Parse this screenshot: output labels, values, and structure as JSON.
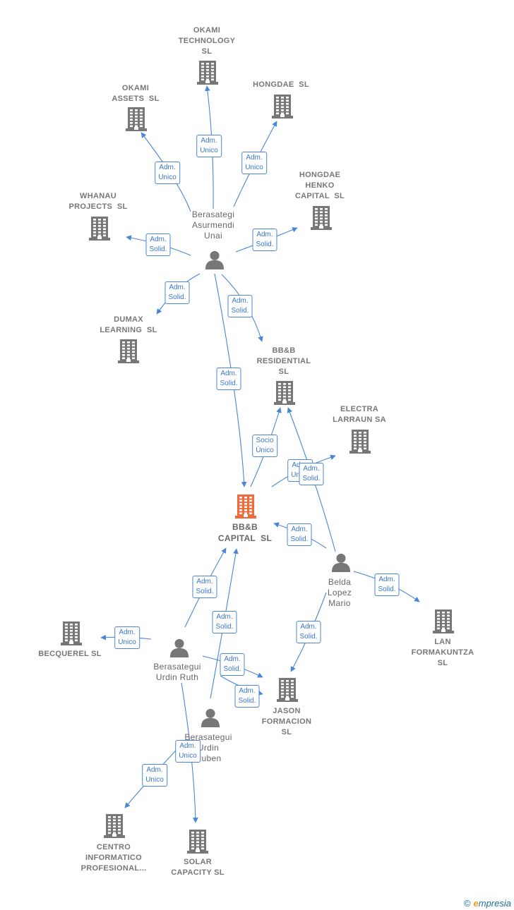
{
  "colors": {
    "edge": "#4a86d4",
    "company": "#777777",
    "focus": "#f26a3a",
    "person": "#777777"
  },
  "nodes": [
    {
      "id": "okami_tech",
      "type": "company",
      "label": "OKAMI\nTECHNOLOGY\nSL"
    },
    {
      "id": "okami_assets",
      "type": "company",
      "label": "OKAMI\nASSETS  SL"
    },
    {
      "id": "hongdae",
      "type": "company",
      "label": "HONGDAE  SL"
    },
    {
      "id": "hongdae_henko",
      "type": "company",
      "label": "HONGDAE\nHENKO\nCAPITAL  SL"
    },
    {
      "id": "whanau",
      "type": "company",
      "label": "WHANAU\nPROJECTS  SL"
    },
    {
      "id": "berasategi_asurmendi",
      "type": "person",
      "label": "Berasategi\nAsurmendi\nUnai"
    },
    {
      "id": "dumax",
      "type": "company",
      "label": "DUMAX\nLEARNING  SL"
    },
    {
      "id": "bb_residential",
      "type": "company",
      "label": "BB&B\nRESIDENTIAL\nSL"
    },
    {
      "id": "electra",
      "type": "company",
      "label": "ELECTRA\nLARRAUN SA"
    },
    {
      "id": "bb_capital",
      "type": "focus",
      "label": "BB&B\nCAPITAL  SL"
    },
    {
      "id": "belda",
      "type": "person",
      "label": "Belda\nLopez\nMario"
    },
    {
      "id": "lan",
      "type": "company",
      "label": "LAN\nFORMAKUNTZA\nSL"
    },
    {
      "id": "becquerel",
      "type": "company",
      "label": "BECQUEREL SL"
    },
    {
      "id": "ruth",
      "type": "person",
      "label": "Berasategui\nUrdin Ruth"
    },
    {
      "id": "jason",
      "type": "company",
      "label": "JASON\nFORMACION\nSL"
    },
    {
      "id": "ruben",
      "type": "person",
      "label": "Berasategui\nUrdin\nRuben"
    },
    {
      "id": "centro",
      "type": "company",
      "label": "CENTRO\nINFORMATICO\nPROFESIONAL..."
    },
    {
      "id": "solar",
      "type": "company",
      "label": "SOLAR\nCAPACITY SL"
    }
  ],
  "edges": [
    {
      "from": "berasategi_asurmendi",
      "to": "okami_tech",
      "label": "Adm.\nUnico"
    },
    {
      "from": "berasategi_asurmendi",
      "to": "okami_assets",
      "label": "Adm.\nUnico"
    },
    {
      "from": "berasategi_asurmendi",
      "to": "hongdae",
      "label": "Adm.\nUnico"
    },
    {
      "from": "berasategi_asurmendi",
      "to": "hongdae_henko",
      "label": "Adm.\nSolid."
    },
    {
      "from": "berasategi_asurmendi",
      "to": "whanau",
      "label": "Adm.\nSolid."
    },
    {
      "from": "berasategi_asurmendi",
      "to": "dumax",
      "label": "Adm.\nSolid."
    },
    {
      "from": "berasategi_asurmendi",
      "to": "bb_residential",
      "label": "Adm.\nSolid."
    },
    {
      "from": "berasategi_asurmendi",
      "to": "bb_capital",
      "label": "Adm.\nSolid."
    },
    {
      "from": "bb_capital",
      "to": "bb_residential",
      "label": "Socio\nÚnico"
    },
    {
      "from": "bb_capital",
      "to": "electra",
      "label": "Adm.\nUnico"
    },
    {
      "from": "belda",
      "to": "bb_residential",
      "label": "Adm.\nSolid."
    },
    {
      "from": "belda",
      "to": "bb_capital",
      "label": "Adm.\nSolid."
    },
    {
      "from": "belda",
      "to": "lan",
      "label": "Adm.\nSolid."
    },
    {
      "from": "belda",
      "to": "jason",
      "label": "Adm.\nSolid."
    },
    {
      "from": "ruth",
      "to": "bb_capital",
      "label": "Adm.\nSolid."
    },
    {
      "from": "ruth",
      "to": "becquerel",
      "label": "Adm.\nUnico"
    },
    {
      "from": "ruth",
      "to": "jason",
      "label": "Adm.\nSolid."
    },
    {
      "from": "ruth",
      "to": "solar",
      "label": "Adm.\nUnico"
    },
    {
      "from": "ruben",
      "to": "bb_capital",
      "label": "Adm.\nSolid."
    },
    {
      "from": "ruben",
      "to": "jason",
      "label": "Adm.\nSolid."
    },
    {
      "from": "ruben",
      "to": "centro",
      "label": "Adm.\nUnico"
    }
  ],
  "footer": {
    "copyright": "©",
    "brand_first": "e",
    "brand_rest": "mpresia"
  }
}
